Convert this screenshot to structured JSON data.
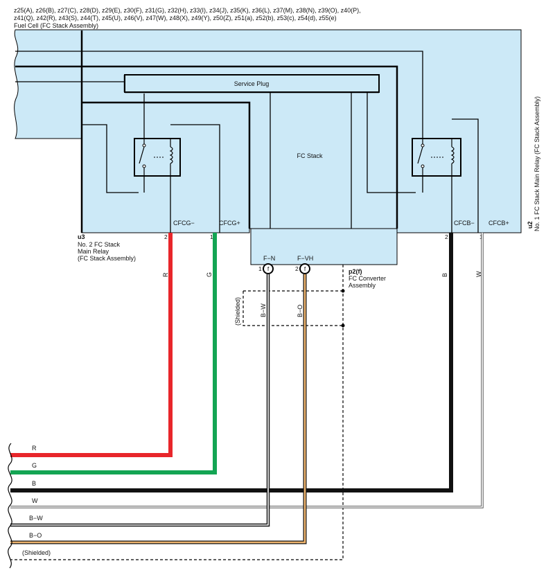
{
  "header": {
    "line1": "z25(A), z26(B), z27(C), z28(D), z29(E), z30(F), z31(G), z32(H), z33(I), z34(J), z35(K), z36(L), z37(M), z38(N), z39(O), z40(P),",
    "line2": "z41(Q), z42(R), z43(S), z44(T), z45(U), z46(V), z47(W), z48(X), z49(Y), z50(Z), z51(a), z52(b), z53(c), z54(d), z55(e)",
    "line3": "Fuel Cell (FC Stack Assembly)"
  },
  "components": {
    "service_plug": "Service Plug",
    "fc_stack": "FC Stack",
    "relay2": {
      "code": "u3",
      "line1": "No. 2 FC Stack",
      "line2": "Main Relay",
      "line3": "(FC Stack Assembly)"
    },
    "relay1": {
      "code": "u2",
      "name": "No. 1 FC Stack Main Relay (FC Stack Assembly)"
    },
    "converter": {
      "code": "p2(f)",
      "line1": "FC Converter",
      "line2": "Assembly"
    }
  },
  "terminals": {
    "cfcg_minus": "CFCG−",
    "cfcg_plus": "CFCG+",
    "cfcb_minus": "CFCB−",
    "cfcb_plus": "CFCB+",
    "f_n": "F−N",
    "f_vh": "F−VH",
    "u3_pin_a": "2",
    "u3_pin_b": "1",
    "u2_pin_a": "2",
    "u2_pin_b": "1",
    "p2_pin_a": "1",
    "p2_pin_b": "2",
    "shield_mark": "f"
  },
  "wire_colors": {
    "vertical": [
      "R",
      "G",
      "B−W",
      "B−O",
      "B",
      "W"
    ],
    "bottom": [
      "R",
      "G",
      "B",
      "W",
      "B−W",
      "B−O",
      "(Shielded)"
    ],
    "shielded_label": "(Shielded)"
  },
  "colors": {
    "housing": "#cce9f7",
    "red": "#e8262b",
    "green": "#13a553",
    "black": "#111111",
    "orange": "#f0b56e"
  }
}
